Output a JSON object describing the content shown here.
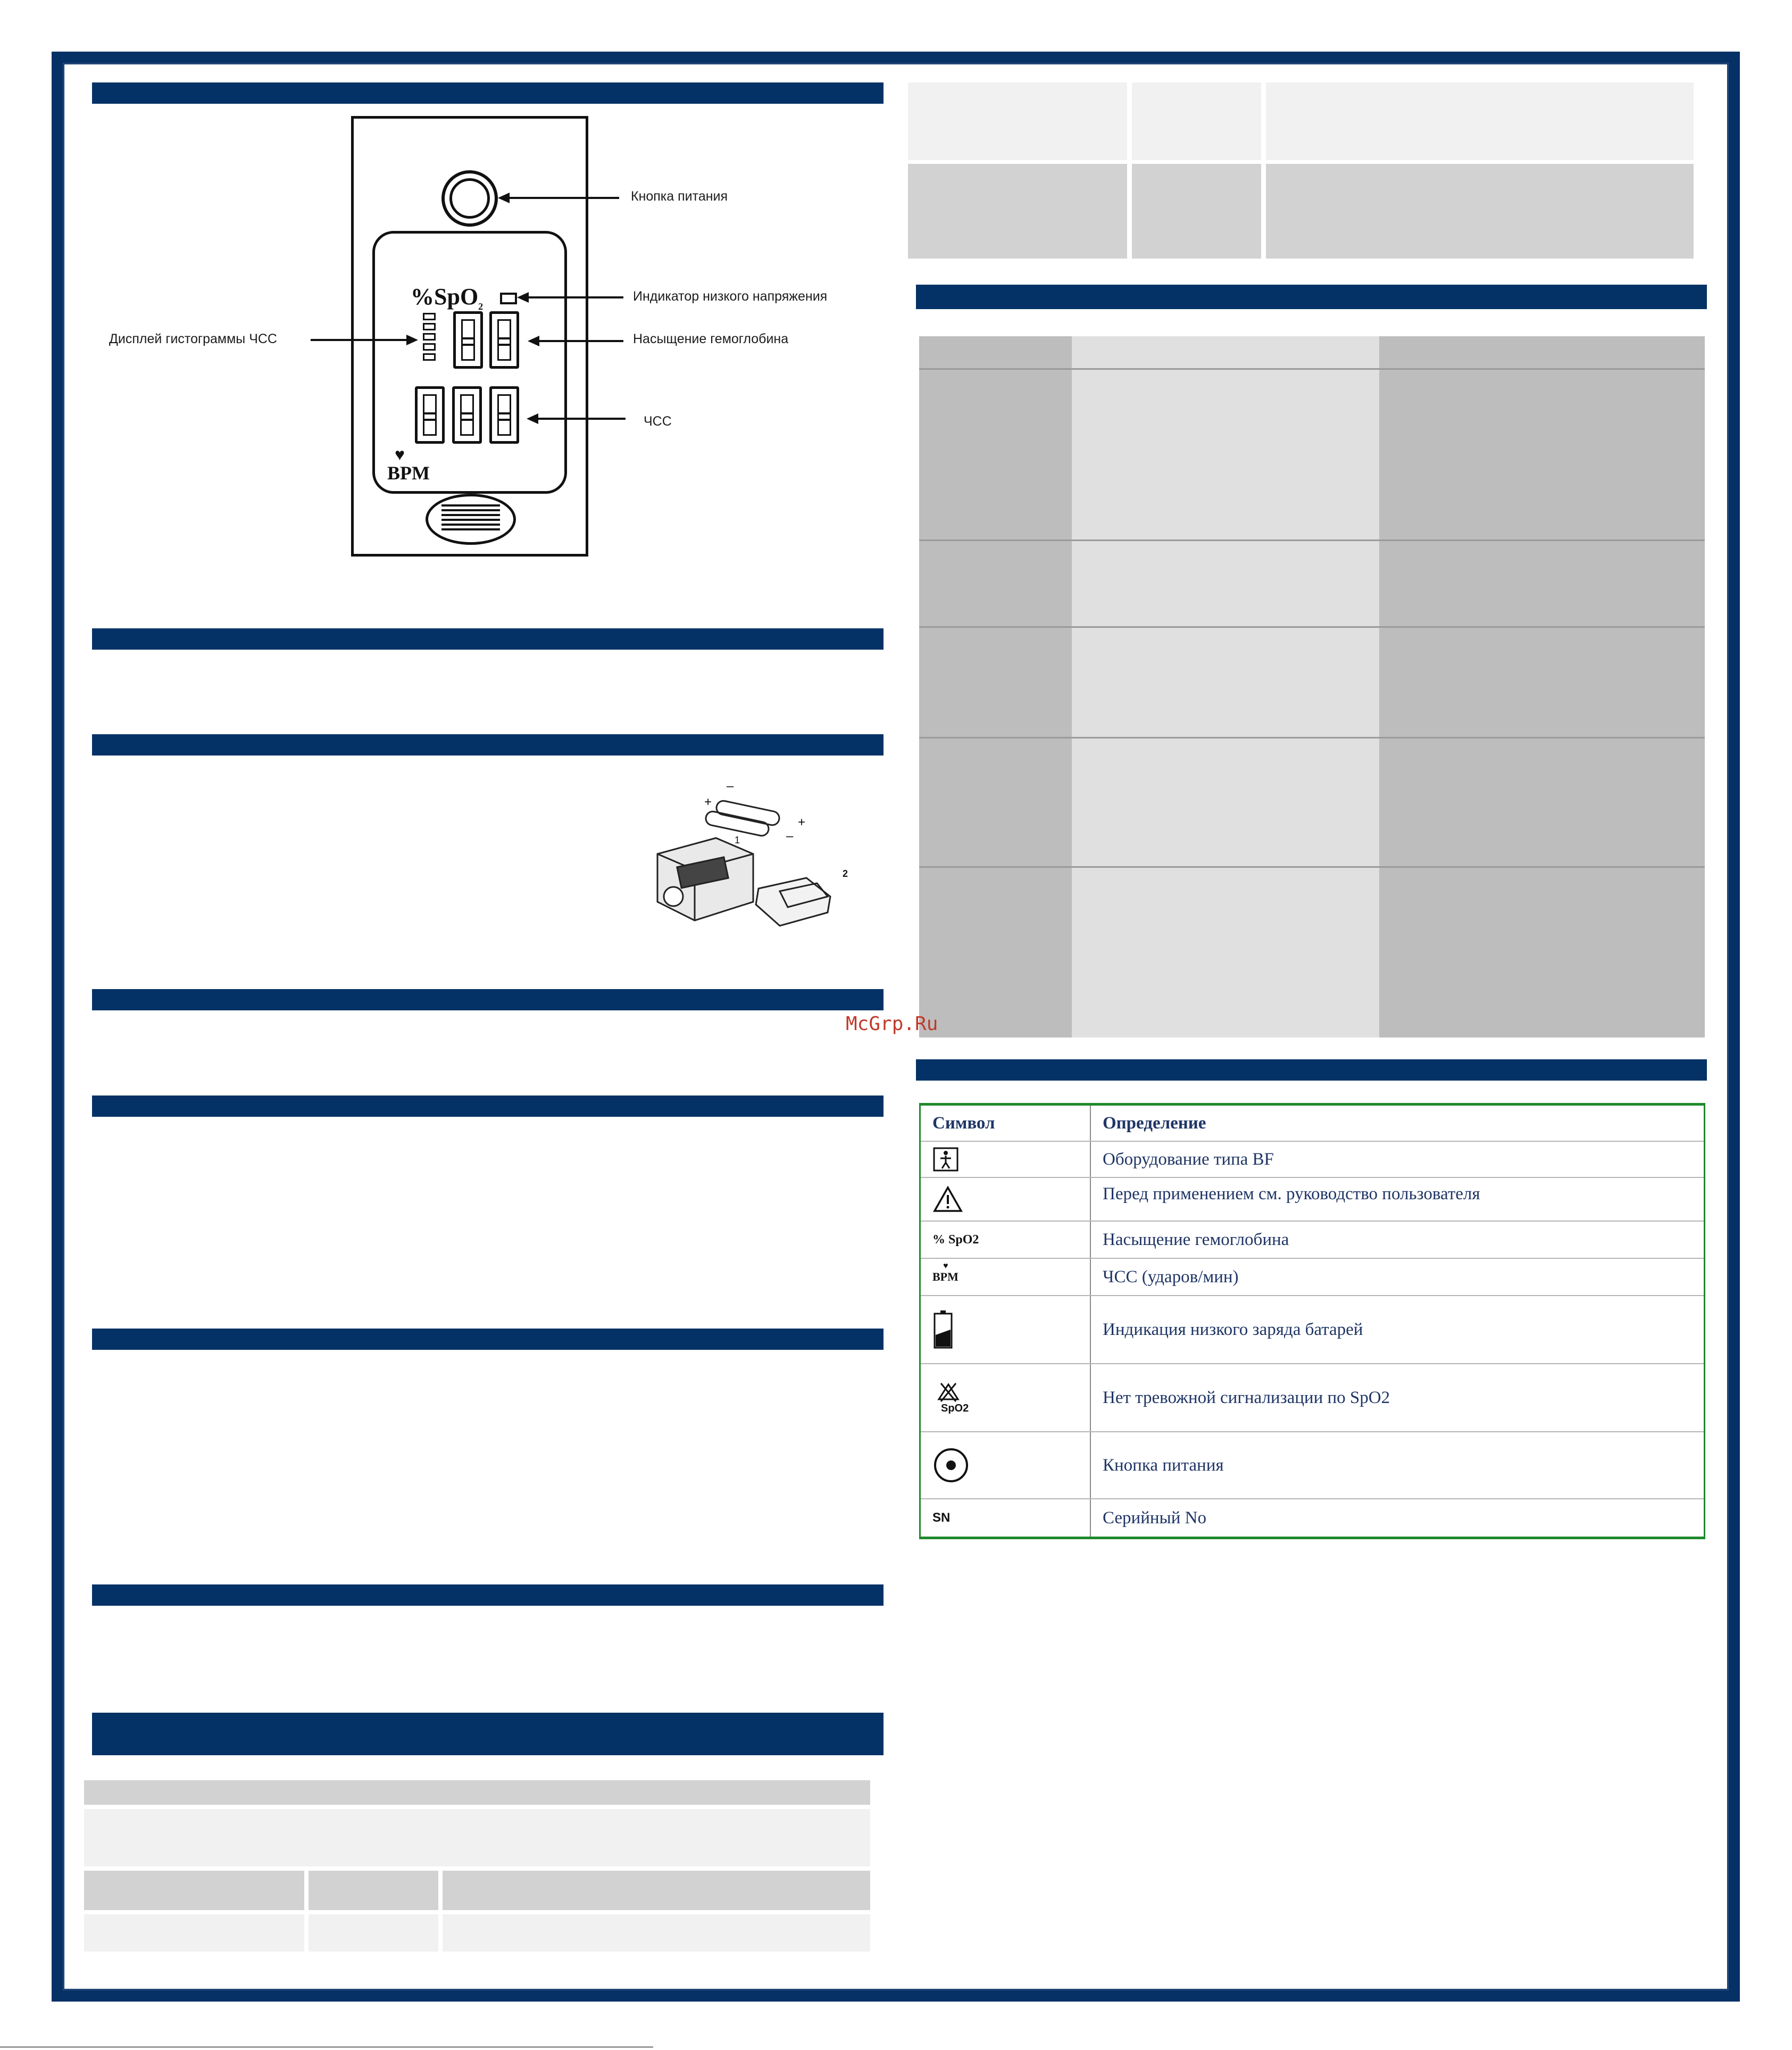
{
  "diagram": {
    "label_power_button": "Кнопка питания",
    "label_low_voltage": "Индикатор низкого напряжения",
    "label_hr_bar_display": "Дисплей гистограммы ЧСС",
    "label_saturation": "Насыщение гемоглобина",
    "label_hr": "ЧСС",
    "screen_spo2": "%SpO",
    "screen_spo2_sub": "2",
    "screen_bpm": "BPM"
  },
  "battery_figure": {
    "minus_top": "–",
    "plus_left": "+",
    "plus_right": "+",
    "minus_bottom": "–",
    "step_1": "1",
    "step_2": "2"
  },
  "watermark": "McGrp.Ru",
  "symbol_table": {
    "header_symbol": "Символ",
    "header_definition": "Определение",
    "rows": [
      {
        "icon": "type-bf-icon",
        "definition": "Оборудование типа BF"
      },
      {
        "icon": "warning-triangle-icon",
        "definition": "Перед применением см. руководство пользователя"
      },
      {
        "icon": "spo2-icon",
        "symbol_text": "% SpO2",
        "definition": "Насыщение гемоглобина"
      },
      {
        "icon": "bpm-icon",
        "symbol_text": "BPM",
        "definition": "ЧСС (ударов/мин)"
      },
      {
        "icon": "low-battery-icon",
        "definition": "Индикация низкого заряда батарей"
      },
      {
        "icon": "no-alarm-spo2-icon",
        "symbol_text": "SpO2",
        "definition": "Нет тревожной сигнализации по SpO2"
      },
      {
        "icon": "power-button-icon",
        "definition": "Кнопка питания"
      },
      {
        "icon": "serial-number-icon",
        "symbol_text": "SN",
        "definition": "Серийный No"
      }
    ]
  },
  "colors": {
    "navy": "#053266",
    "table_border_green": "#1f8a2c",
    "text_blue": "#1f3566",
    "watermark_red": "#c0392b"
  }
}
